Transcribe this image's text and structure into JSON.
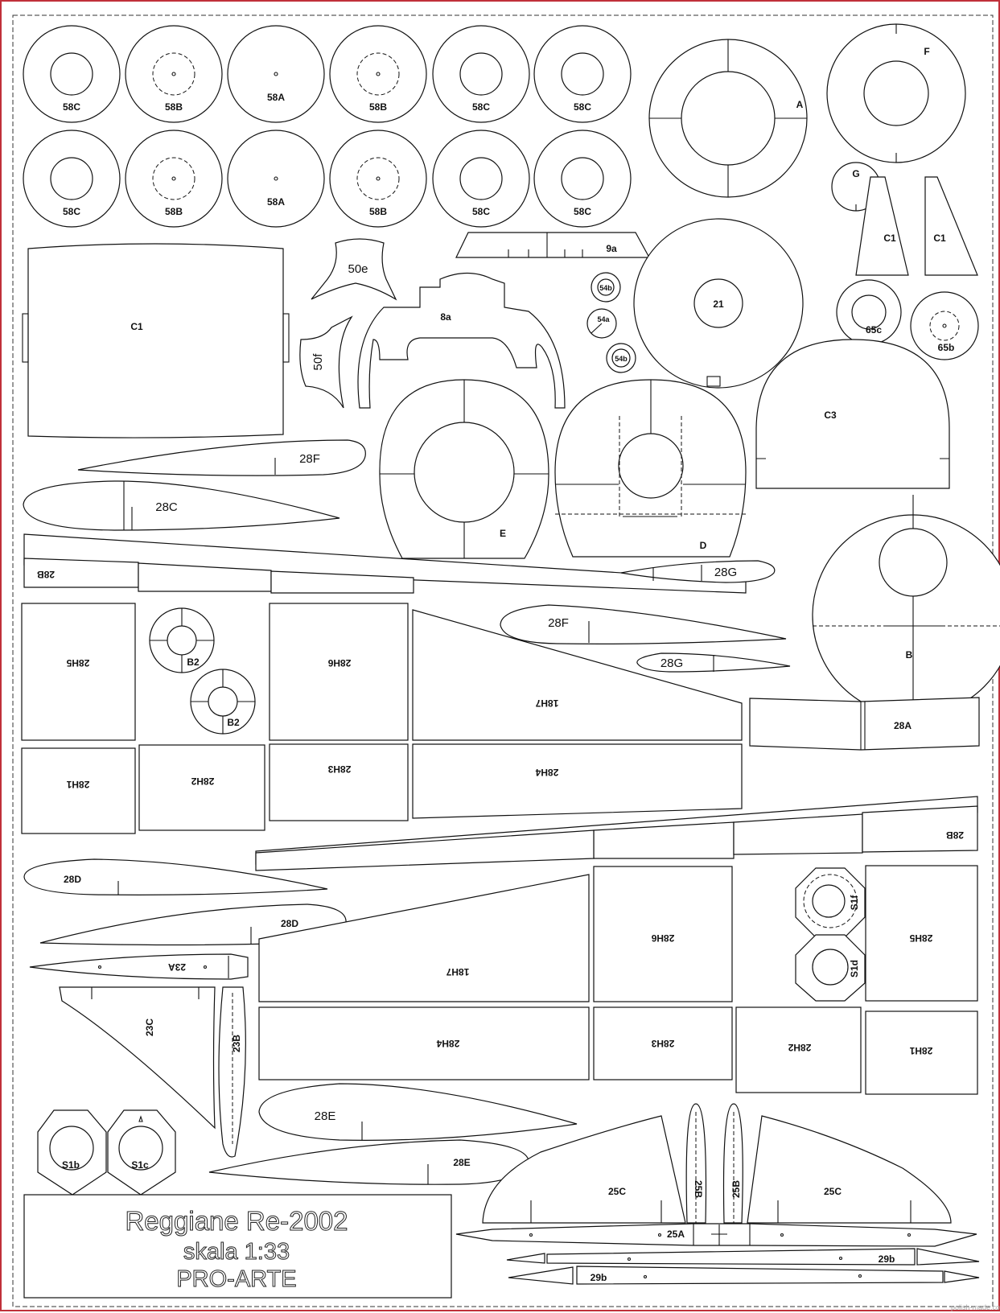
{
  "title_block": {
    "model": "Reggiane Re-2002",
    "scale": "skala 1:33",
    "publisher": "PRO-ARTE"
  },
  "watermark": "polish-made.com",
  "wheels_row1": [
    "58C",
    "58B",
    "58A",
    "58B",
    "58C",
    "58C"
  ],
  "wheels_row2": [
    "58C",
    "58B",
    "58A",
    "58B",
    "58C",
    "58C"
  ],
  "formers": {
    "A": "A",
    "F": "F",
    "G": "G",
    "C1_left": "C1",
    "C1_right": "C1",
    "part_9a": "9a",
    "part_21": "21",
    "part_54b_top": "54b",
    "part_54a": "54a",
    "part_54b_bottom": "54b",
    "part_65c": "65c",
    "part_65b": "65b",
    "C1_big": "C1",
    "part_50e": "50e",
    "part_50f": "50f",
    "part_8a": "8a",
    "C3": "C3",
    "E": "E",
    "D": "D",
    "B": "B"
  },
  "wing_parts": {
    "p28F_1": "28F",
    "p28C": "28C",
    "p28B_1": "28B",
    "p28G_1": "28G",
    "p28F_2": "28F",
    "p28G_2": "28G",
    "p28H5_1": "28H5",
    "B2_1": "B2",
    "B2_2": "B2",
    "p28H6_1": "28H6",
    "p18H7_1": "18H7",
    "p28A": "28A",
    "p28H1_1": "28H1",
    "p28H2_1": "28H2",
    "p28H3_1": "28H3",
    "p28H4_1": "28H4",
    "p28B_2": "28B",
    "p28D_1": "28D",
    "p28D_2": "28D",
    "p23A": "23A",
    "p23C": "23C",
    "p23B": "23B",
    "p18H7_2": "18H7",
    "p28H6_2": "28H6",
    "S1f": "S1f",
    "S1d": "S1d",
    "p28H5_2": "28H5",
    "p28H4_2": "28H4",
    "p28H3_2": "28H3",
    "p28H2_2": "28H2",
    "p28H1_2": "28H1",
    "p28E_1": "28E",
    "p28E_2": "28E",
    "S1b": "S1b",
    "S1c": "S1c"
  },
  "tail_parts": {
    "p25C_left": "25C",
    "p25B_left": "25B",
    "p25B_right": "25B",
    "p25C_right": "25C",
    "p25A": "25A",
    "p29b_1": "29b",
    "p29b_2": "29b"
  }
}
